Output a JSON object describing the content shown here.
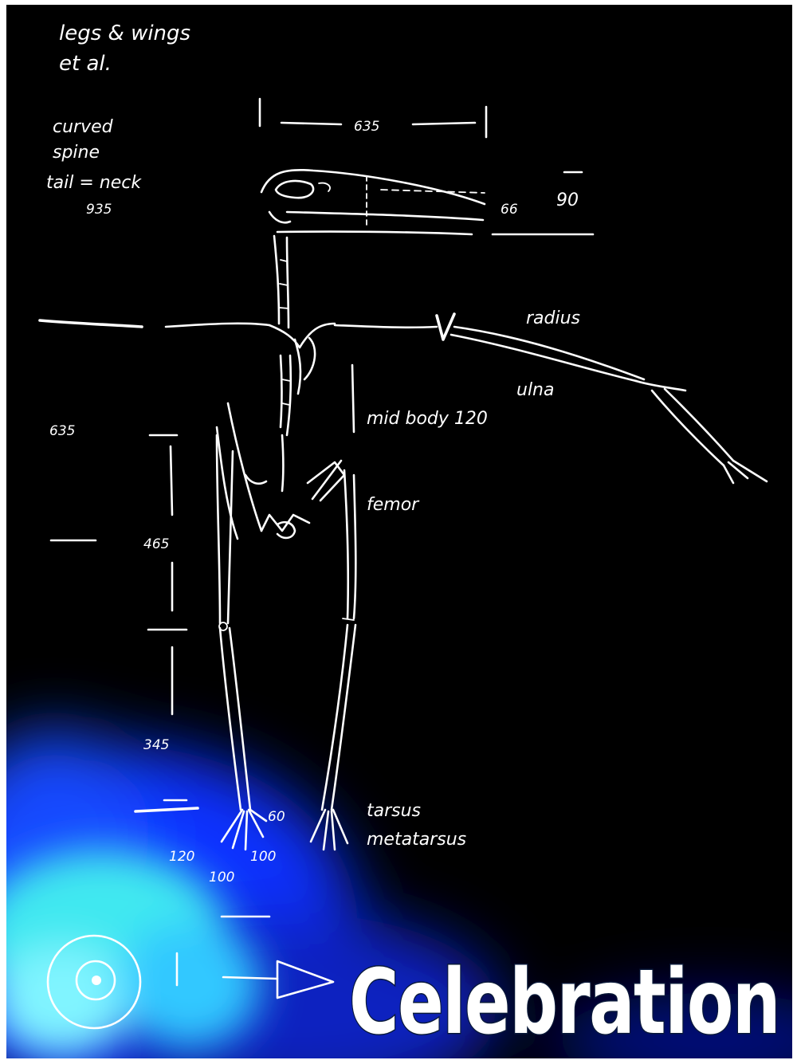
{
  "notes": {
    "header_line1": "legs & wings",
    "header_line2": "et al.",
    "curved": "curved",
    "spine": "spine",
    "tail_neck": "tail = neck",
    "tail_length": "935",
    "skull_length": "635",
    "skull_depth_small": "66",
    "skull_depth": "90",
    "torso_height": "635",
    "femor_length": "465",
    "tibia_length": "345",
    "radius": "radius",
    "ulna": "ulna",
    "mid_body": "mid body 120",
    "femor": "femor",
    "tarsus": "tarsus",
    "metatarsus": "metatarsus",
    "toe_a": "120",
    "toe_b": "100",
    "toe_c": "100",
    "toe_d": "60"
  },
  "title": "Celebration",
  "colors": {
    "background": "#000000",
    "ink": "#ffffff",
    "glow_cyan": "#40e8f0",
    "glow_blue": "#1030ff"
  }
}
